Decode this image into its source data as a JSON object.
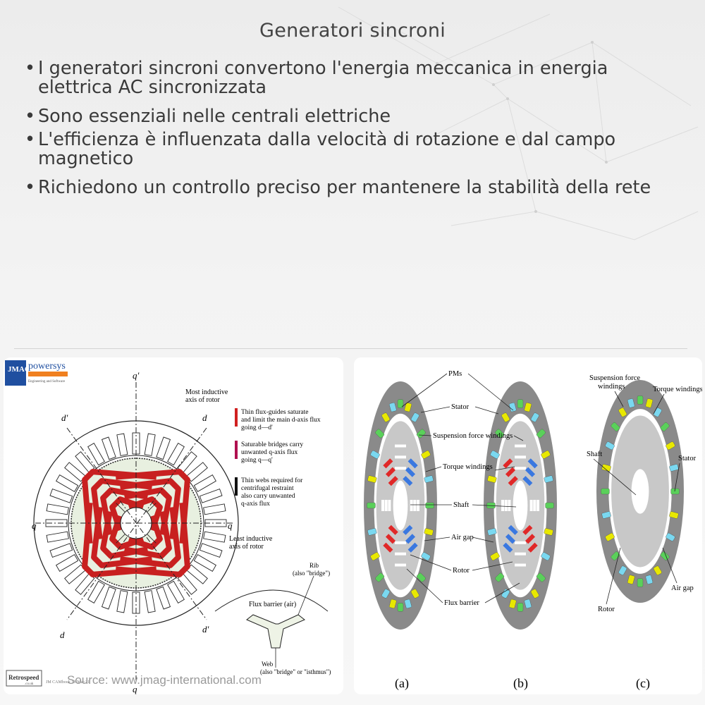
{
  "page": {
    "title": "Generatori sincroni",
    "bullet_char": "•",
    "bullets": [
      "I generatori sincroni convertono l'energia meccanica in energia elettrica AC sincronizzata",
      "Sono essenziali nelle centrali elettriche",
      "L'efficienza è influenzata dalla velocità di rotazione e dal campo magnetico",
      "Richiedono un controllo preciso per mantenere la stabilità della rete"
    ],
    "source": "Source: www.jmag-international.com"
  },
  "left_figure": {
    "logo_jmag": "JMAG",
    "logo_brand": "powersys",
    "logo_brand_sub": "Engineering and Software",
    "axis_q_prime": "q'",
    "axis_q": "q",
    "axis_d": "d",
    "axis_d_prime": "d'",
    "label_most_inductive": [
      "Most inductive",
      "axis of rotor"
    ],
    "label_least_inductive": [
      "Least inductive",
      "axis of rotor"
    ],
    "legend": [
      {
        "color": "#d02020",
        "lines": [
          "Thin flux-guides saturate",
          "and limit the main d-axis flux",
          "going d—d'"
        ]
      },
      {
        "color": "#b01050",
        "lines": [
          "Saturable bridges carry",
          "unwanted q-axis flux",
          "going q—q'"
        ]
      },
      {
        "color": "#111111",
        "lines": [
          "Thin webs required for",
          "centrifugal restraint",
          "also carry unwanted",
          "q-axis flux"
        ]
      }
    ],
    "inset_rib": [
      "Rib",
      "(also \"bridge\")"
    ],
    "inset_flux_barrier": "Flux barrier (air)",
    "inset_web": [
      "Web",
      "(also \"bridge\" or \"isthmus\")"
    ],
    "retrospeed": "Retrospeed",
    "retrospeed_sub": ".co.uk",
    "footnote": "JM CAMbook 13-Mar-21"
  },
  "right_figure": {
    "labels_ab": [
      "PMs",
      "Stator",
      "Suspension force windings",
      "Torque windings",
      "Shaft",
      "Air gap",
      "Rotor",
      "Flux barrier"
    ],
    "labels_c": {
      "suspension": [
        "Suspension force",
        "windings"
      ],
      "torque": "Torque windings",
      "shaft": "Shaft",
      "stator": "Stator",
      "air_gap": "Air gap",
      "rotor": "Rotor"
    },
    "captions": [
      "(a)",
      "(b)",
      "(c)"
    ],
    "colors": {
      "stator": "#8a8a8a",
      "rotor": "#c8c8c8",
      "torque_coil": "#e8e800",
      "suspension_coil": "#5ad05a",
      "cyan_coil": "#7ad8f0",
      "pm_red": "#e02828",
      "pm_blue": "#3a78e0"
    }
  }
}
